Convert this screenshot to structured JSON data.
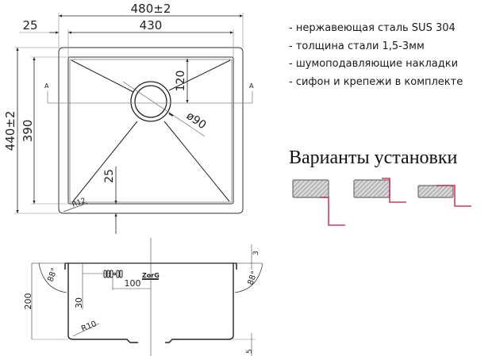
{
  "top_view": {
    "dim_overall_width": "480±2",
    "dim_inner_width": "430",
    "dim_rim_offset": "25",
    "dim_overall_depth": "440±2",
    "dim_inner_depth": "390",
    "dim_drain_offset": "120",
    "dim_drain_diameter": "ø90",
    "dim_bottom_rim": "25",
    "dim_corner_radius": "R12",
    "section_mark_left": "A",
    "section_mark_right": "A"
  },
  "side_view": {
    "dim_height": "200",
    "dim_angle_left": "88°",
    "dim_angle_right": "88°",
    "dim_overflow_height": "30",
    "dim_overflow_offset": "100",
    "dim_bottom_radius": "R10",
    "dim_rim_thickness": "3",
    "dim_bottom_step": "5",
    "brand_logo": "ZorG"
  },
  "specs": {
    "items": [
      "- нержавеющая сталь SUS 304",
      "- толщина стали 1,5-3мм",
      "- шумоподавляющие накладки",
      "- сифон и крепежи в комплекте"
    ]
  },
  "installation": {
    "title": "Варианты установки",
    "variants": [
      "undermount",
      "flush",
      "overmount"
    ],
    "colors": {
      "countertop_fill": "#b5b5b5",
      "countertop_stroke": "#6e6e6e",
      "sink_edge": "#c0143c"
    }
  },
  "colors": {
    "line": "#222222",
    "dim_line": "#555555",
    "background": "#ffffff"
  }
}
